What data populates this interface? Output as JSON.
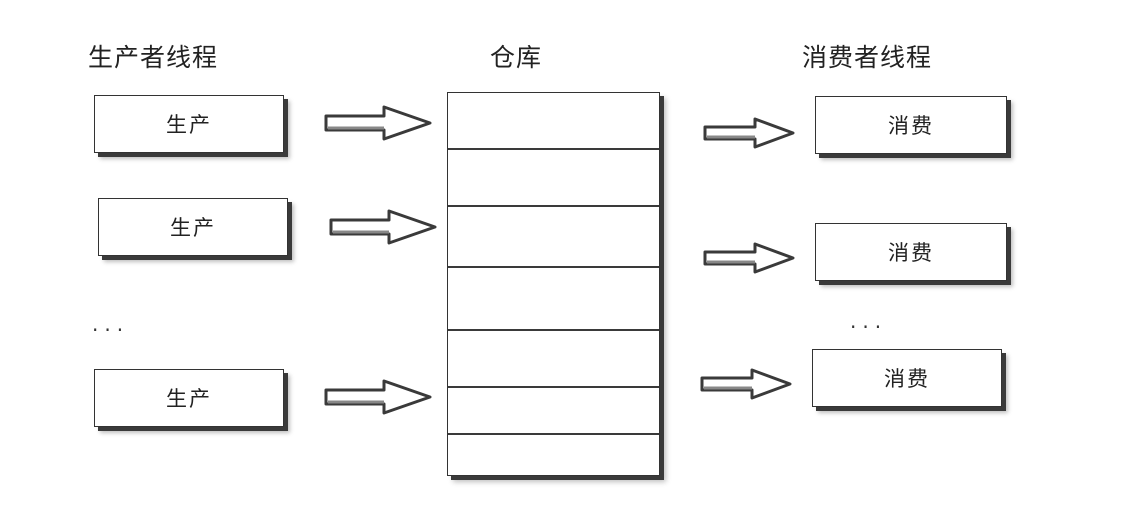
{
  "headings": {
    "producer": "生产者线程",
    "warehouse": "仓库",
    "consumer": "消费者线程"
  },
  "producers": [
    "生产",
    "生产",
    "生产"
  ],
  "consumers": [
    "消费",
    "消费",
    "消费"
  ],
  "ellipsis": "..."
}
